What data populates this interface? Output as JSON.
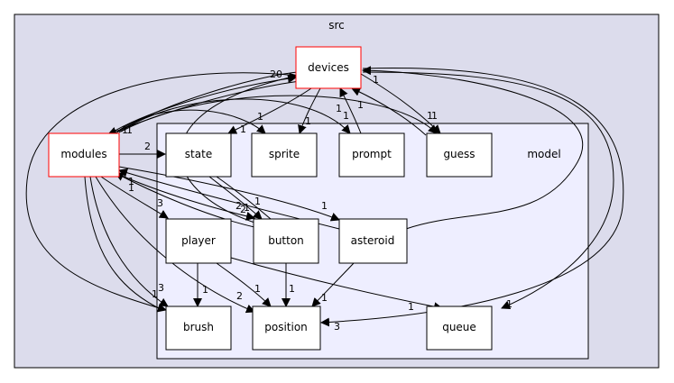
{
  "graph": {
    "outer_cluster_label": "src",
    "inner_cluster_label": "model",
    "colors": {
      "outer_fill": "#dcdcec",
      "inner_fill": "#eeeeff",
      "cluster_border": "#000000",
      "node_fill": "#ffffff",
      "node_border": "#000000",
      "highlight_border": "#ff0000"
    },
    "nodes": {
      "devices": "devices",
      "modules": "modules",
      "state": "state",
      "sprite": "sprite",
      "prompt": "prompt",
      "guess": "guess",
      "player": "player",
      "button": "button",
      "asteroid": "asteroid",
      "brush": "brush",
      "position": "position",
      "queue": "queue"
    },
    "edge_labels": [
      "20",
      "1",
      "1",
      "1",
      "1",
      "1",
      "1",
      "1",
      "1",
      "1",
      "1",
      "1",
      "2",
      "1",
      "1",
      "3",
      "2",
      "1",
      "2",
      "1",
      "3",
      "1",
      "1",
      "1",
      "2",
      "1",
      "1",
      "1",
      "3",
      "1",
      "1"
    ]
  }
}
